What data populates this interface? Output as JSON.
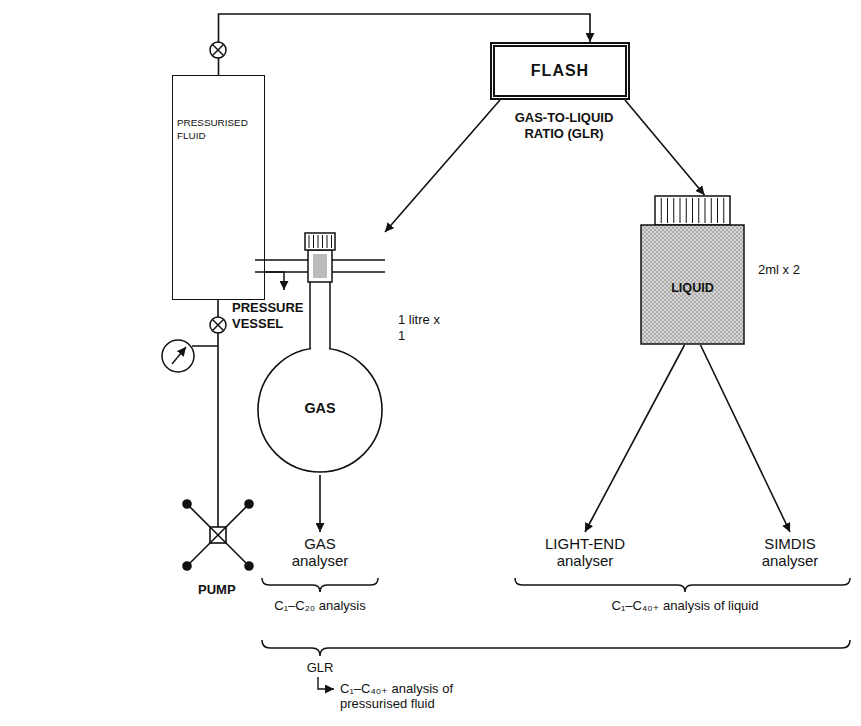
{
  "diagram": {
    "nodes": [
      {
        "text": [
          "PRESSURISED FLUID"
        ]
      },
      {
        "text": [
          "FLASH"
        ]
      },
      {
        "text": [
          "GAS"
        ]
      },
      {
        "text": [
          "LIQUID"
        ]
      },
      {
        "text": [
          "GAS analyser"
        ]
      },
      {
        "text": [
          "LIGHT-END analyser"
        ]
      },
      {
        "text": [
          "SIMDIS analyser"
        ]
      }
    ],
    "edges": [
      {
        "from": 0,
        "to": 1,
        "arrow": "to"
      },
      {
        "from": 1,
        "to": 2,
        "arrow": "to"
      },
      {
        "from": 1,
        "to": 3,
        "arrow": "to"
      },
      {
        "from": 2,
        "to": 4,
        "arrow": "to"
      },
      {
        "from": 3,
        "to": 5,
        "arrow": "to"
      },
      {
        "from": 3,
        "to": 6,
        "arrow": "to"
      }
    ],
    "labels": [
      "PRESSURE VESSEL",
      "PUMP",
      "GAS-TO-LIQUID RATIO (GLR)",
      "1 litre x 1",
      "2ml x 2",
      "C₁–C₂₀ analysis",
      "C₁–C₄₀₊ analysis of liquid",
      "GLR",
      "C₁–C₄₀₊ analysis of pressurised fluid"
    ]
  }
}
